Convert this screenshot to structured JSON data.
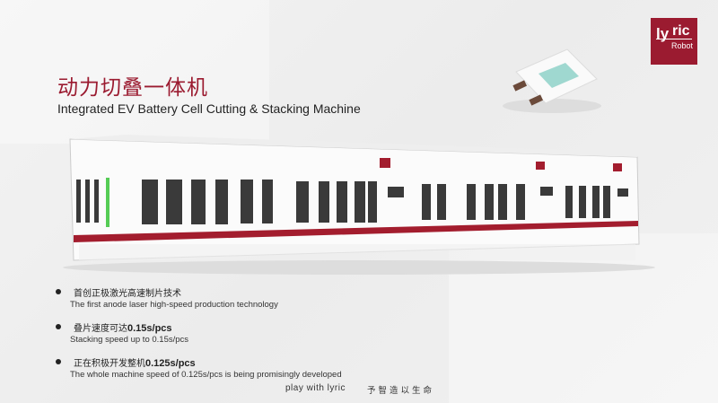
{
  "title_cn": "动力切叠一体机",
  "title_en": "Integrated EV Battery Cell Cutting & Stacking Machine",
  "logo": {
    "text_ly": "ly",
    "text_ric": "ric",
    "text_robot": "Robot",
    "color": "#9b1b30"
  },
  "bullets": [
    {
      "cn": "首创正极激光高速制片技术",
      "cn_bold": "",
      "en": "The first anode laser high-speed production technology"
    },
    {
      "cn": "叠片速度可达",
      "cn_bold": "0.15s/pcs",
      "en": "Stacking speed up to 0.15s/pcs"
    },
    {
      "cn": "正在积极开发整机",
      "cn_bold": "0.125s/pcs",
      "en": "The whole machine speed of 0.125s/pcs is being promisingly developed"
    }
  ],
  "footer": {
    "slogan_en": "play with lyric",
    "slogan_cn": "予智造以生命"
  }
}
